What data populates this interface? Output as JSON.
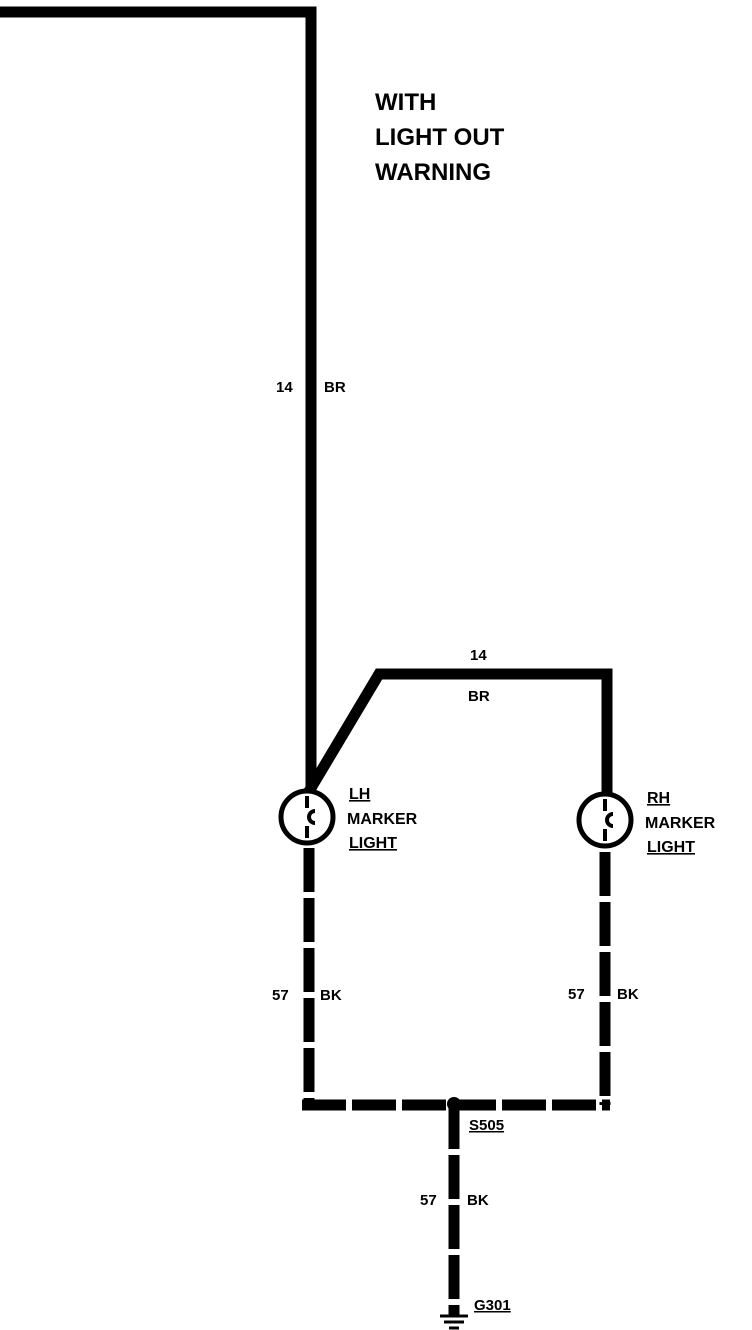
{
  "note": {
    "line1": "WITH",
    "line2": "LIGHT OUT",
    "line3": "WARNING"
  },
  "wires": {
    "main_feed": {
      "gauge": "14",
      "color": "BR"
    },
    "cross_feed": {
      "gauge": "14",
      "color": "BR"
    },
    "lh_ground": {
      "gauge": "57",
      "color": "BK"
    },
    "rh_ground": {
      "gauge": "57",
      "color": "BK"
    },
    "splice_ground": {
      "gauge": "57",
      "color": "BK"
    }
  },
  "components": {
    "lh_marker": {
      "line1": "LH",
      "line2": "MARKER",
      "line3": "LIGHT"
    },
    "rh_marker": {
      "line1": "RH",
      "line2": "MARKER",
      "line3": "LIGHT"
    },
    "splice": "S505",
    "ground": "G301"
  }
}
